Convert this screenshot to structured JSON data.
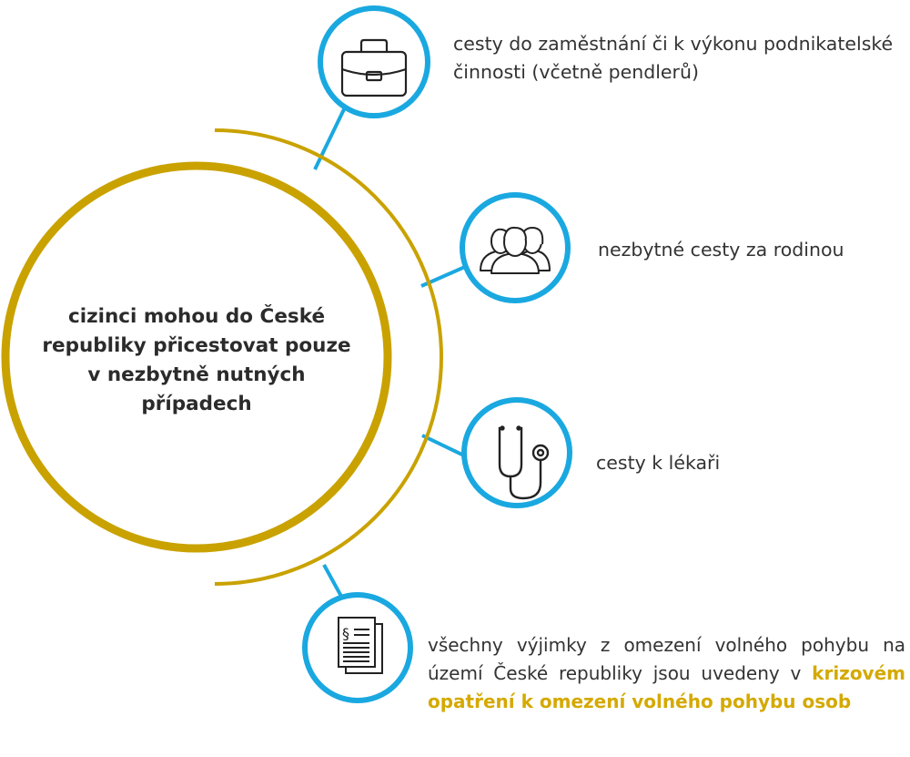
{
  "colors": {
    "gold": "#C9A200",
    "blue": "#1AA8E0",
    "text": "#333333",
    "highlight": "#D4A900"
  },
  "center": {
    "text": "cizinci mohou do České republiky přicestovat pouze v nezbytně nutných případech"
  },
  "items": [
    {
      "icon": "briefcase-icon",
      "text": "cesty do zaměstnání či k výkonu podnikatelské činnosti (včetně pendlerů)"
    },
    {
      "icon": "family-icon",
      "text": "nezbytné cesty za rodinou"
    },
    {
      "icon": "stethoscope-icon",
      "text": "cesty k lékaři"
    },
    {
      "icon": "law-document-icon",
      "text": "všechny výjimky z omezení volného pohybu na území České republiky jsou uvedeny v",
      "highlight": "krizovém opatření k omezení volného pohybu osob"
    }
  ]
}
